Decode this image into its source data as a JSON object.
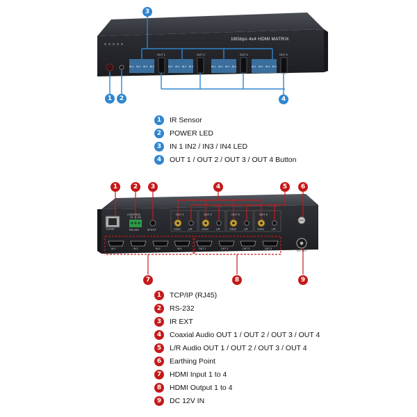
{
  "front_panel": {
    "title_text": "18Gbps 4x4 HDMI MATRIX",
    "outputs": [
      {
        "label": "OUT 1",
        "inputs": [
          "IN 1",
          "IN 2",
          "IN 3",
          "IN 4"
        ]
      },
      {
        "label": "OUT 2",
        "inputs": [
          "IN 1",
          "IN 2",
          "IN 3",
          "IN 4"
        ]
      },
      {
        "label": "OUT 3",
        "inputs": [
          "IN 1",
          "IN 2",
          "IN 3",
          "IN 4"
        ]
      },
      {
        "label": "OUT 4",
        "inputs": [
          "IN 1",
          "IN 2",
          "IN 3",
          "IN 4"
        ]
      }
    ],
    "callouts": [
      "1",
      "2",
      "3",
      "4"
    ],
    "legend": [
      {
        "num": "1",
        "text": "IR Sensor"
      },
      {
        "num": "2",
        "text": "POWER LED"
      },
      {
        "num": "3",
        "text": "IN 1 IN2 / IN3 / IN4 LED"
      },
      {
        "num": "4",
        "text": "OUT 1 / OUT 2 / OUT 3 / OUT 4 Button"
      }
    ]
  },
  "rear_panel": {
    "labels": {
      "tcpip": "TCP/IP",
      "control": "CONTROL",
      "rs232": "RS-232",
      "tx_rx": "TX  G  RX",
      "ir_ext": "IR EXT",
      "coax": "COAX",
      "lr": "L/R",
      "dc": "DC 12V"
    },
    "audio_outputs": [
      "OUT 1",
      "OUT 2",
      "OUT 3",
      "OUT 4"
    ],
    "hdmi_inputs": [
      "IN 1",
      "IN 2",
      "IN 3",
      "IN 4"
    ],
    "hdmi_outputs": [
      "OUT 1",
      "OUT 2",
      "OUT 3",
      "OUT 4"
    ],
    "callouts": [
      "1",
      "2",
      "3",
      "4",
      "5",
      "6",
      "7",
      "8",
      "9"
    ],
    "legend": [
      {
        "num": "1",
        "text": "TCP/IP (RJ45)"
      },
      {
        "num": "2",
        "text": "RS-232"
      },
      {
        "num": "3",
        "text": "IR EXT"
      },
      {
        "num": "4",
        "text": "Coaxial Audio OUT 1 / OUT 2 / OUT 3 / OUT 4"
      },
      {
        "num": "5",
        "text": "L/R Audio OUT 1 / OUT 2 / OUT 3 / OUT 4"
      },
      {
        "num": "6",
        "text": "Earthing Point"
      },
      {
        "num": "7",
        "text": "HDMI Input 1 to 4"
      },
      {
        "num": "8",
        "text": "HDMI Output 1 to 4"
      },
      {
        "num": "9",
        "text": "DC 12V IN"
      }
    ]
  },
  "colors": {
    "front_callout": "#2f86cf",
    "rear_callout": "#c41a1a",
    "chassis": "#2a2c31"
  }
}
